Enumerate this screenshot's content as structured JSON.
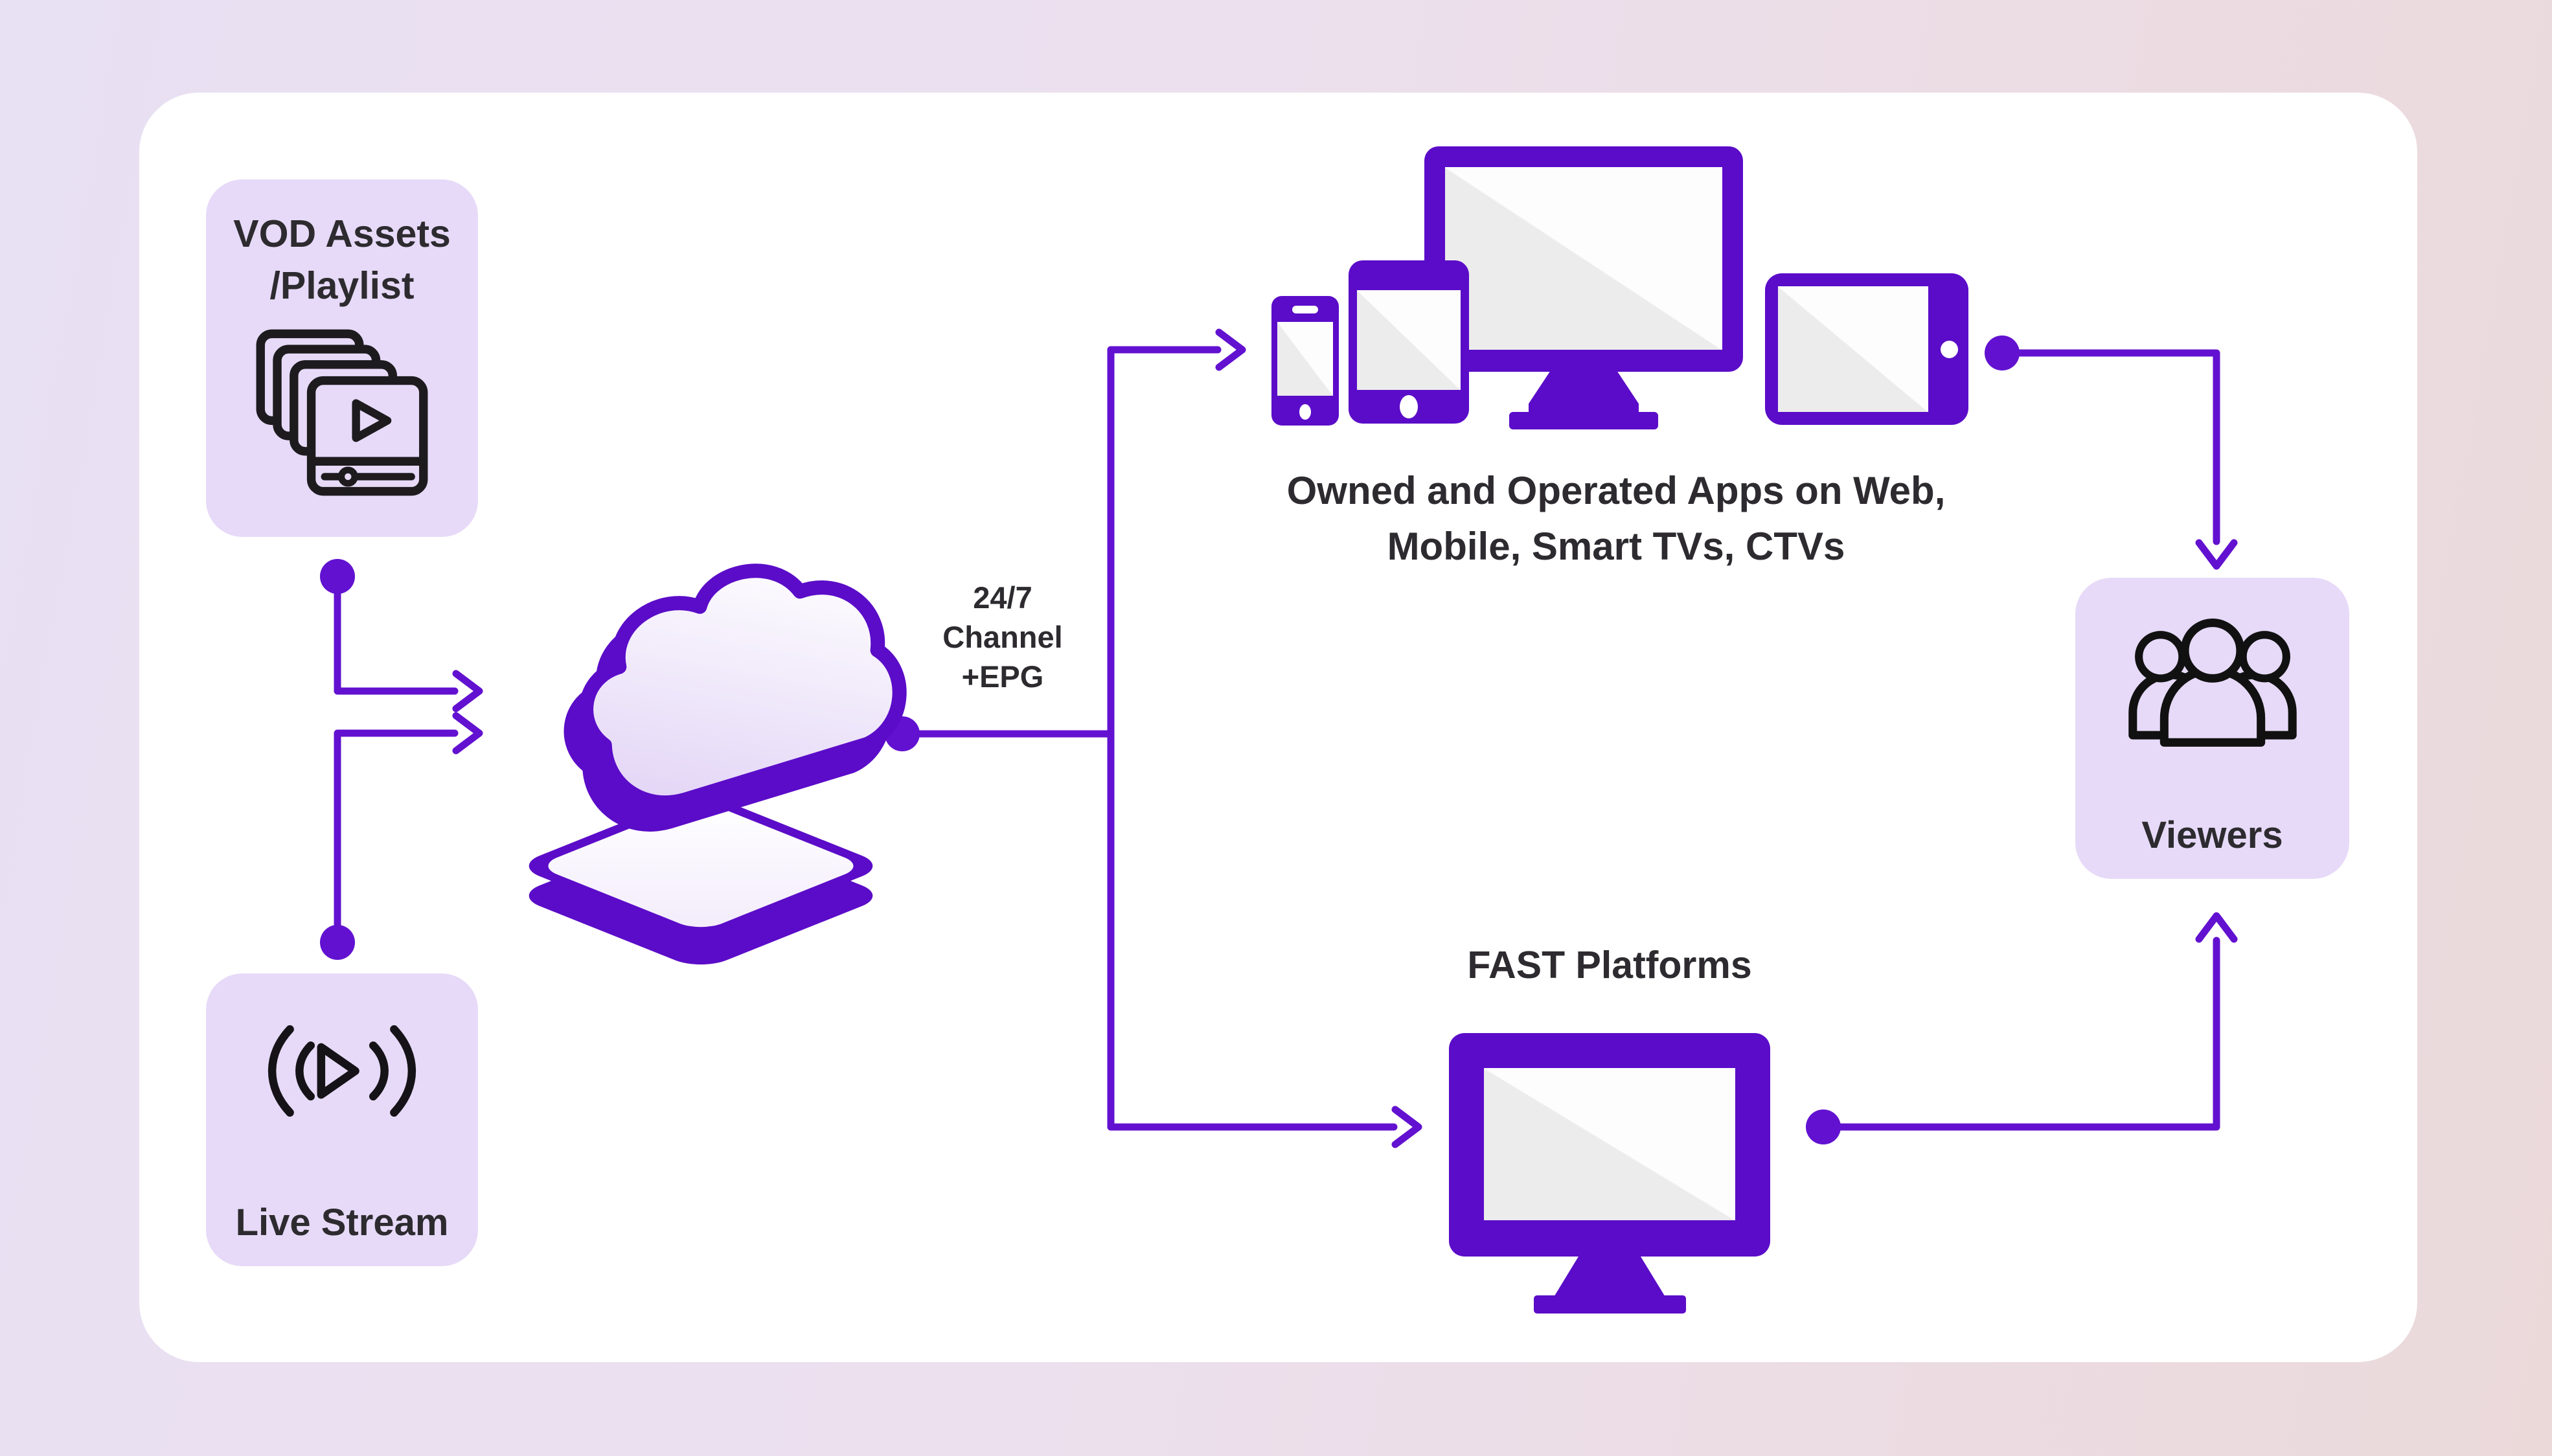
{
  "diagram": {
    "nodes": {
      "vod": {
        "line1": "VOD Assets",
        "line2": "/Playlist"
      },
      "live_stream": {
        "label": "Live Stream"
      },
      "channel_output": {
        "line1": "24/7",
        "line2": "Channel",
        "line3": "+EPG"
      },
      "owned_apps": {
        "line1": "Owned and Operated Apps on Web,",
        "line2": "Mobile, Smart TVs, CTVs"
      },
      "fast_platforms": {
        "label": "FAST Platforms"
      },
      "viewers": {
        "label": "Viewers"
      }
    },
    "icons": [
      "vod-playlist-icon",
      "live-stream-icon",
      "cloud-platform-icon",
      "devices-icon",
      "fast-tv-icon",
      "viewers-icon"
    ],
    "colors": {
      "accent_purple": "#5b0cc8",
      "connector_purple": "#6211d0",
      "node_box_bg": "#e7daf8",
      "card_bg": "#ffffff",
      "page_bg_left": "#e8e0f3",
      "page_bg_right": "#ebd9da",
      "text_dark": "#2d2b2f",
      "screen_gray": "#ececec",
      "icon_stroke": "#1d1b1e"
    }
  }
}
